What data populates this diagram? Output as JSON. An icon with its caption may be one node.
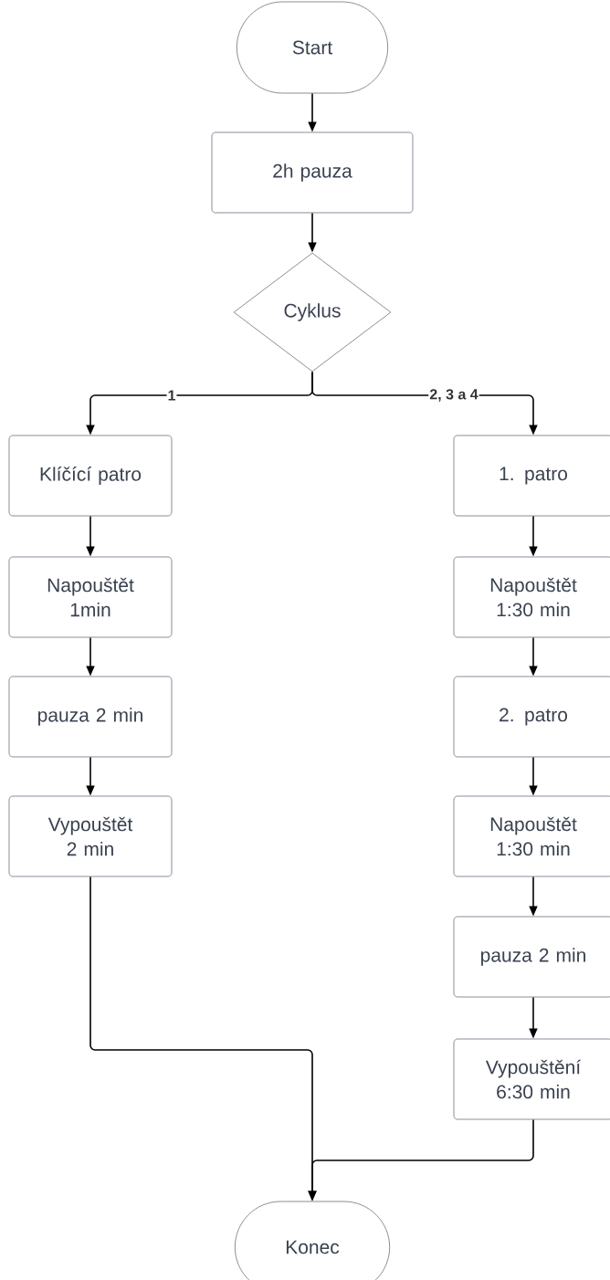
{
  "diagram": {
    "nodes": [
      {
        "text": [
          "Start"
        ]
      },
      {
        "text": [
          "2h pauza"
        ]
      },
      {
        "text": [
          "Cyklus"
        ]
      },
      {
        "text": [
          "Klíčící patro"
        ]
      },
      {
        "text": [
          "Napouštět 1min"
        ]
      },
      {
        "text": [
          "pauza 2 min"
        ]
      },
      {
        "text": [
          "Vypouštět 2 min"
        ]
      },
      {
        "text": [
          "1. patro"
        ]
      },
      {
        "text": [
          "Napouštět 1:30 min"
        ]
      },
      {
        "text": [
          "2. patro"
        ]
      },
      {
        "text": [
          "Napouštět 1:30 min"
        ]
      },
      {
        "text": [
          "pauza 2 min"
        ]
      },
      {
        "text": [
          "Vypouštění 6:30 min"
        ]
      },
      {
        "text": [
          "Konec"
        ]
      }
    ],
    "edges": [
      {
        "from": 0,
        "to": 1,
        "arrow": "to"
      },
      {
        "from": 1,
        "to": 2,
        "arrow": "to"
      },
      {
        "from": 2,
        "to": 3,
        "arrow": "to",
        "label": "1"
      },
      {
        "from": 2,
        "to": 7,
        "arrow": "to",
        "label": "2, 3 a 4"
      },
      {
        "from": 3,
        "to": 4,
        "arrow": "to"
      },
      {
        "from": 4,
        "to": 5,
        "arrow": "to"
      },
      {
        "from": 5,
        "to": 6,
        "arrow": "to"
      },
      {
        "from": 6,
        "to": 13,
        "arrow": "to"
      },
      {
        "from": 7,
        "to": 8,
        "arrow": "to"
      },
      {
        "from": 8,
        "to": 9,
        "arrow": "to"
      },
      {
        "from": 9,
        "to": 10,
        "arrow": "to"
      },
      {
        "from": 10,
        "to": 11,
        "arrow": "to"
      },
      {
        "from": 11,
        "to": 12,
        "arrow": "to"
      },
      {
        "from": 12,
        "to": 13,
        "arrow": "to"
      }
    ]
  }
}
